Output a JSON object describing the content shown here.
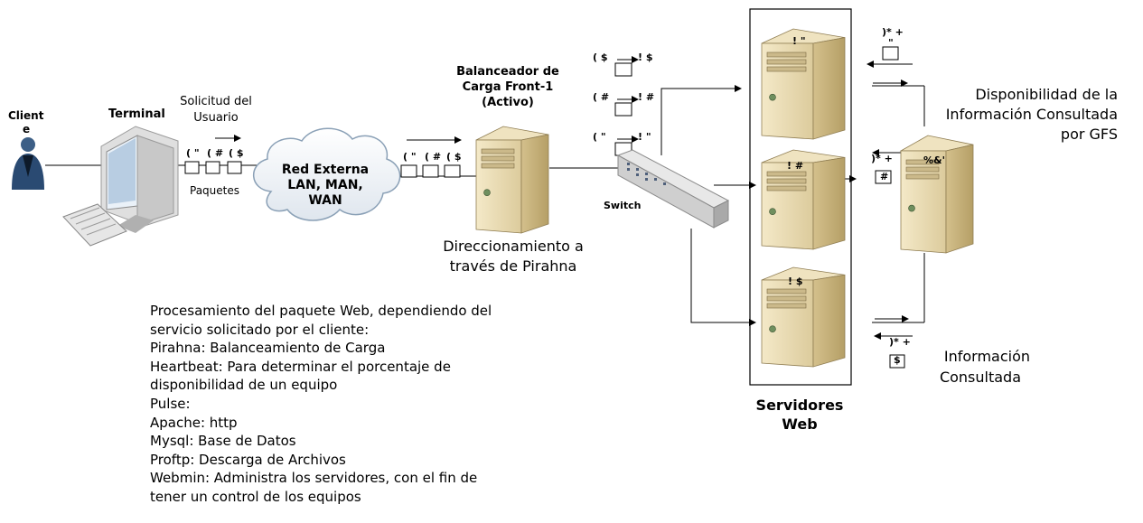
{
  "labels": {
    "client": "Client",
    "client_tail": "e",
    "terminal": "Terminal",
    "request_line1": "Solicitud del",
    "request_line2": "Usuario",
    "packets": "Paquetes",
    "cloud_line1": "Red Externa",
    "cloud_line2": "LAN, MAN,",
    "cloud_line3": "WAN",
    "balancer_line1": "Balanceador de",
    "balancer_line2": "Carga Front-1",
    "balancer_line3": "(Activo)",
    "switch": "Switch",
    "routing_line1": "Direccionamiento a",
    "routing_line2": "través de Pirahna",
    "servers_line1": "Servidores",
    "servers_line2": "Web",
    "availability_line1": "Disponibilidad de la",
    "availability_line2": "Información Consultada",
    "availability_line3": "por GFS",
    "info_line1": "Información",
    "info_line2": "Consultada"
  },
  "glyphs": {
    "packet_a": "( \"",
    "packet_b": "( #",
    "packet_c": "( $",
    "route_top_left": "( $",
    "route_top_right": "! $",
    "route_mid_left": "( #",
    "route_mid_right": "! #",
    "route_bot_left": "( \"",
    "route_bot_right": "! \"",
    "server1": "! \"",
    "server2": "! #",
    "server3": "! $",
    "gfs": "%&'",
    "resp": ")* +",
    "resp_top_sub": "\"",
    "resp_mid_sub": "#",
    "resp_bot_sub": "$"
  },
  "description": [
    "Procesamiento del paquete Web, dependiendo del",
    "servicio solicitado por el cliente:",
    "Pirahna: Balanceamiento de Carga",
    "Heartbeat: Para determinar el porcentaje de",
    "disponibilidad de un equipo",
    "Pulse:",
    "Apache: http",
    "Mysql: Base de Datos",
    "Proftp: Descarga de Archivos",
    "Webmin: Administra los servidores, con el fin de",
    "tener un control de los equipos"
  ]
}
